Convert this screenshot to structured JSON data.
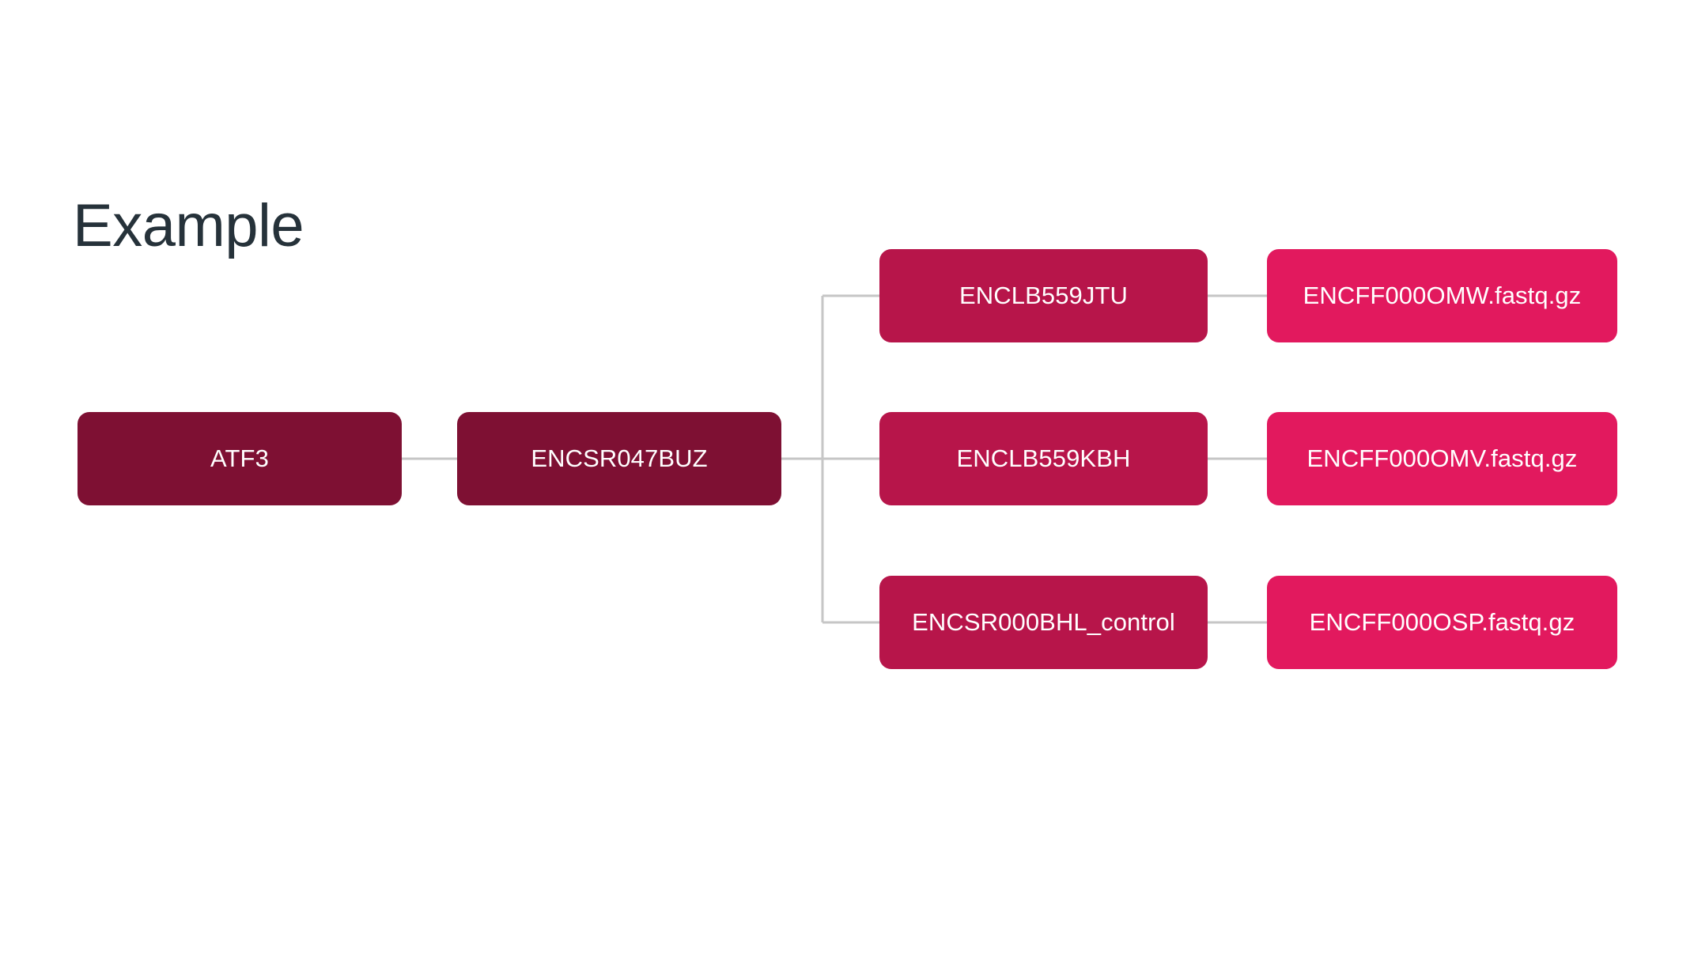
{
  "page": {
    "title": "Example",
    "background_color": "#ffffff",
    "title_color": "#26323a",
    "edge_color": "#c6c6c6"
  },
  "palette": {
    "target": "#7e1033",
    "dataset": "#b7154a",
    "file": "#e2195e",
    "node_text": "#ffffff"
  },
  "graph": {
    "type": "node-link-tree",
    "orientation": "left-to-right",
    "columns": [
      {
        "index": 0,
        "role": "target",
        "color": "#7e1033",
        "nodes": [
          {
            "id": "n-atf3",
            "label": "ATF3"
          }
        ]
      },
      {
        "index": 1,
        "role": "experiment",
        "color": "#7e1033",
        "nodes": [
          {
            "id": "n-encsr047buz",
            "label": "ENCSR047BUZ"
          }
        ]
      },
      {
        "index": 2,
        "role": "replicate",
        "color": "#b7154a",
        "nodes": [
          {
            "id": "n-enclb559jtu",
            "label": "ENCLB559JTU"
          },
          {
            "id": "n-enclb559kbh",
            "label": "ENCLB559KBH"
          },
          {
            "id": "n-encsr000bhl-control",
            "label": "ENCSR000BHL_control"
          }
        ]
      },
      {
        "index": 3,
        "role": "file",
        "color": "#e2195e",
        "nodes": [
          {
            "id": "n-encff000omw",
            "label": "ENCFF000OMW.fastq.gz"
          },
          {
            "id": "n-encff000omv",
            "label": "ENCFF000OMV.fastq.gz"
          },
          {
            "id": "n-encff000osp",
            "label": "ENCFF000OSP.fastq.gz"
          }
        ]
      }
    ],
    "edges": [
      {
        "from": "n-atf3",
        "to": "n-encsr047buz"
      },
      {
        "from": "n-encsr047buz",
        "to": "n-enclb559jtu"
      },
      {
        "from": "n-encsr047buz",
        "to": "n-enclb559kbh"
      },
      {
        "from": "n-encsr047buz",
        "to": "n-encsr000bhl-control"
      },
      {
        "from": "n-enclb559jtu",
        "to": "n-encff000omw"
      },
      {
        "from": "n-enclb559kbh",
        "to": "n-encff000omv"
      },
      {
        "from": "n-encsr000bhl-control",
        "to": "n-encff000osp"
      }
    ]
  }
}
